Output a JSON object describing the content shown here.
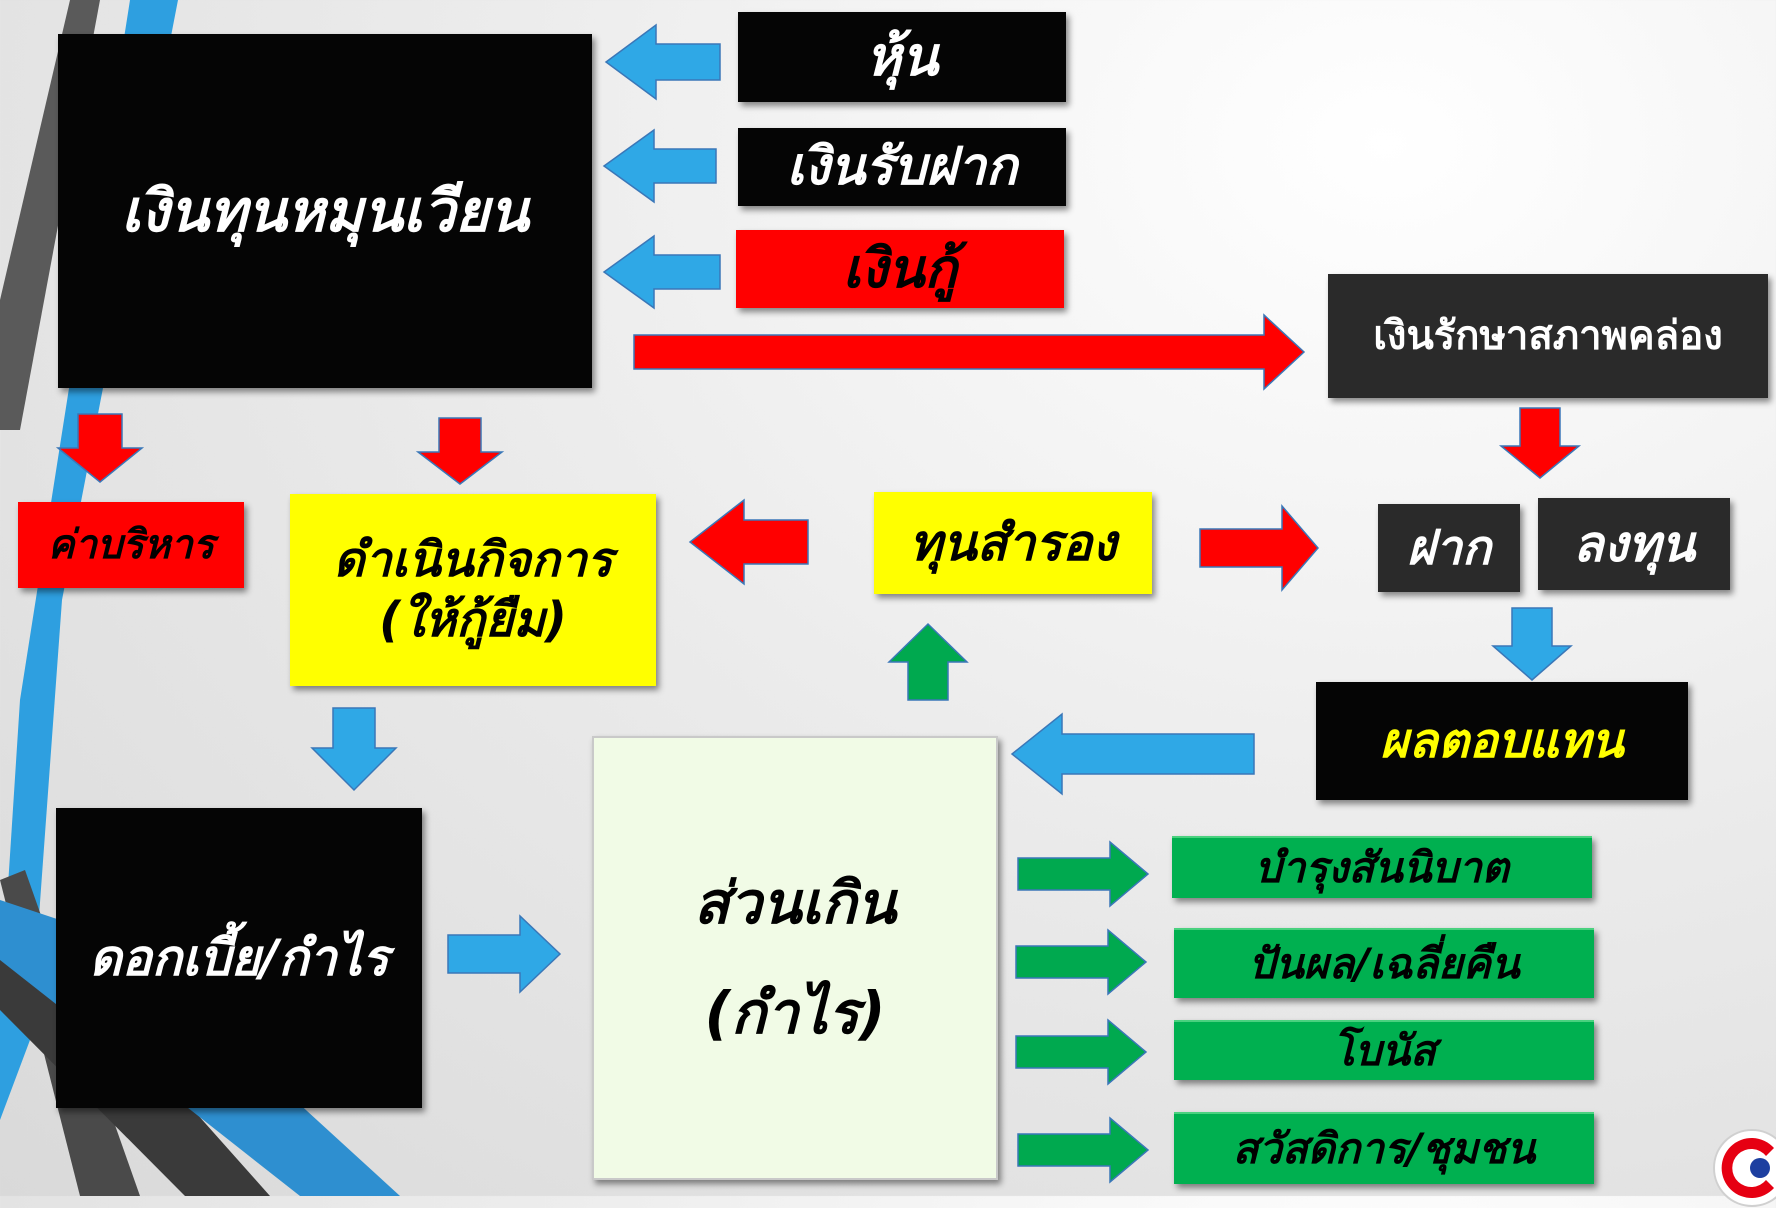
{
  "diagram": {
    "main_fund": "เงินทุนหมุนเวียน",
    "sources": {
      "shares": "หุ้น",
      "deposits": "เงินรับฝาก",
      "loans": "เงินกู้"
    },
    "liquidity_reserve": "เงินรักษาสภาพคล่อง",
    "admin_cost": "ค่าบริหาร",
    "operations": {
      "line1": "ดำเนินกิจการ",
      "line2": "(ให้กู้ยืม)"
    },
    "reserve_fund": "ทุนสำรอง",
    "deposit": "ฝาก",
    "invest": "ลงทุน",
    "returns": "ผลตอบแทน",
    "interest_profit": "ดอกเบี้ย/กำไร",
    "surplus": {
      "line1": "ส่วนเกิน",
      "line2": "(กำไร)"
    },
    "allocations": {
      "league_support": "บำรุงสันนิบาต",
      "dividend_refund": "ปันผล/เฉลี่ยคืน",
      "bonus": "โบนัส",
      "welfare": "สวัสดิการ/ชุมชน"
    }
  },
  "colors": {
    "arrow_blue": "#2fa8e6",
    "arrow_red": "#ff0000",
    "arrow_green": "#00a94f",
    "accent_stripe": "#2e9fe0"
  }
}
